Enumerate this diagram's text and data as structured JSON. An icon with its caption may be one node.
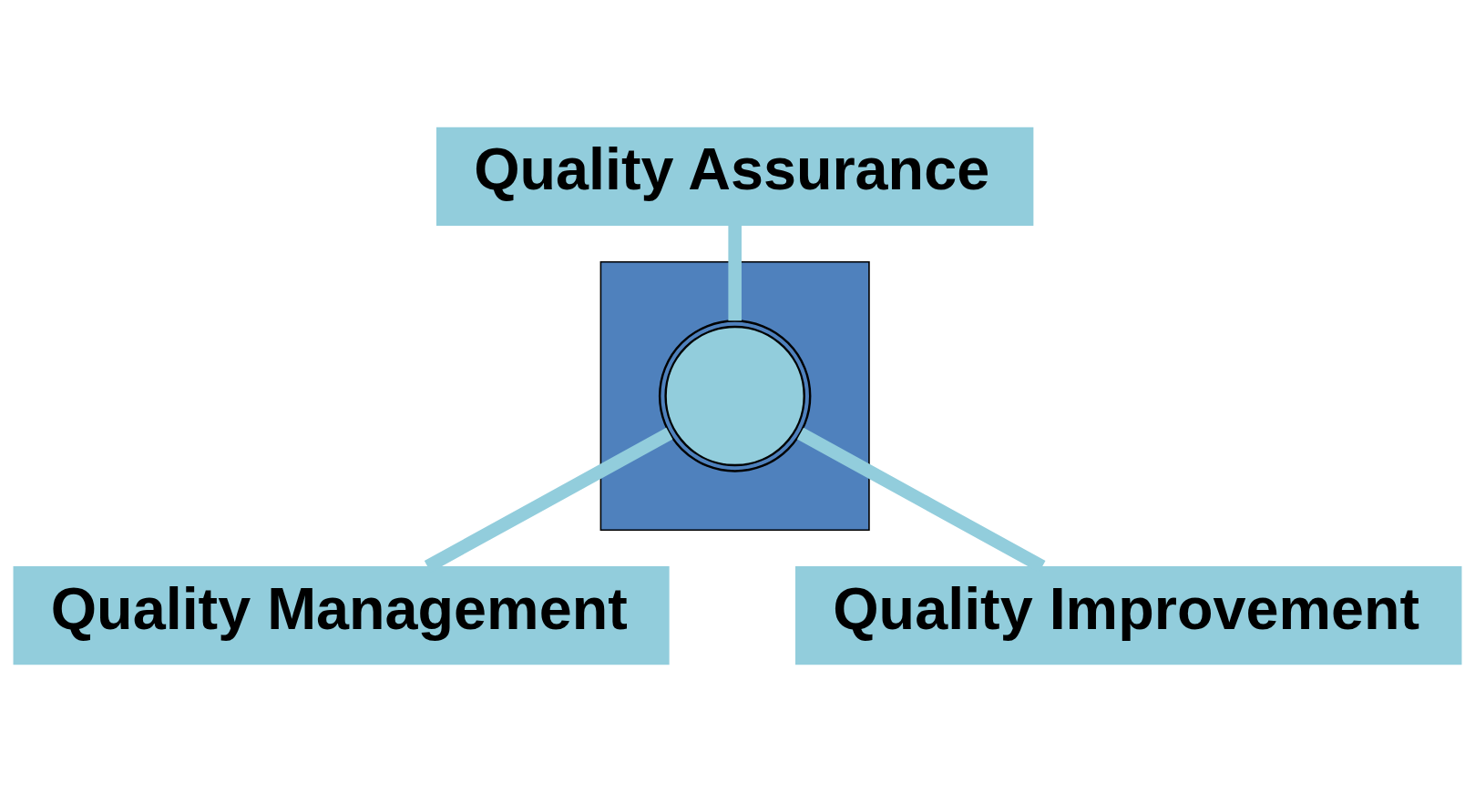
{
  "diagram": {
    "nodes": [
      {
        "text": [
          "Quality Assurance"
        ]
      },
      {
        "text": [],
        "shape": "triangle"
      },
      {
        "text": [],
        "shape": "circle",
        "in": 1
      },
      {
        "text": [
          "Quality Management"
        ]
      },
      {
        "text": [
          "Quality Improvement"
        ]
      }
    ],
    "edges": [
      {
        "from": 2,
        "to": 0,
        "arrow": "none"
      },
      {
        "from": 2,
        "to": 3,
        "arrow": "none"
      },
      {
        "from": 2,
        "to": 4,
        "arrow": "none"
      }
    ]
  }
}
